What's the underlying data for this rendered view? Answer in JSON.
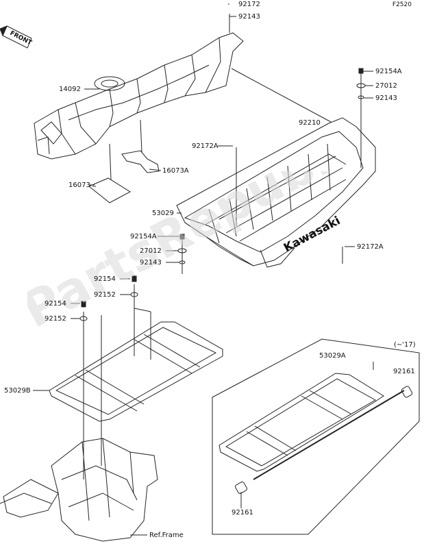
{
  "diagram": {
    "code": "F2520",
    "front_label": "FRONT",
    "watermark": "PartsRepublik",
    "brand_on_bed": "Kawasaki",
    "version_note": "(~'17)",
    "labels": [
      {
        "id": "92172-top",
        "text": "92172"
      },
      {
        "id": "92143-top",
        "text": "92143"
      },
      {
        "id": "14092",
        "text": "14092"
      },
      {
        "id": "16073A",
        "text": "16073A"
      },
      {
        "id": "16073",
        "text": "16073"
      },
      {
        "id": "92154A-top",
        "text": "92154A"
      },
      {
        "id": "27012-top",
        "text": "27012"
      },
      {
        "id": "92143-right",
        "text": "92143"
      },
      {
        "id": "92210",
        "text": "92210"
      },
      {
        "id": "92172A-left",
        "text": "92172A"
      },
      {
        "id": "53029",
        "text": "53029"
      },
      {
        "id": "92154A-mid",
        "text": "92154A"
      },
      {
        "id": "27012-mid",
        "text": "27012"
      },
      {
        "id": "92143-mid",
        "text": "92143"
      },
      {
        "id": "92172A-right",
        "text": "92172A"
      },
      {
        "id": "92154-a",
        "text": "92154"
      },
      {
        "id": "92152-a",
        "text": "92152"
      },
      {
        "id": "92154-b",
        "text": "92154"
      },
      {
        "id": "92152-b",
        "text": "92152"
      },
      {
        "id": "53029B",
        "text": "53029B"
      },
      {
        "id": "53029A",
        "text": "53029A"
      },
      {
        "id": "92161-top",
        "text": "92161"
      },
      {
        "id": "92161-bottom",
        "text": "92161"
      },
      {
        "id": "ref-frame",
        "text": "Ref.Frame"
      }
    ]
  }
}
